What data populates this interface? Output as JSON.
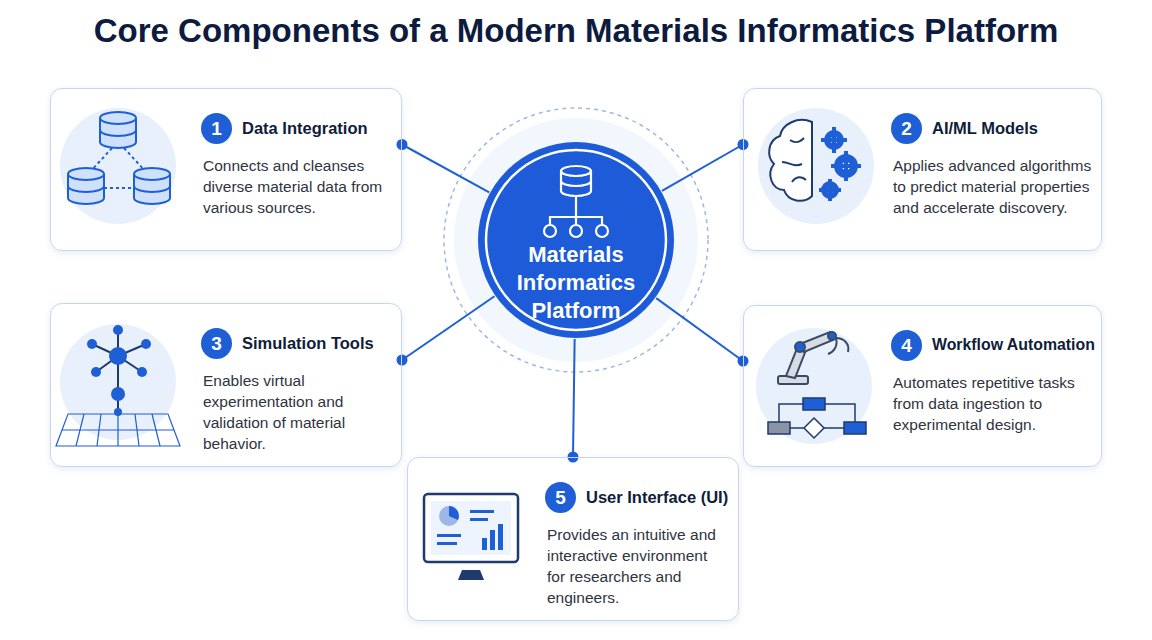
{
  "diagram": {
    "title": "Core Components of a Modern Materials Informatics Platform",
    "nodes": [
      {
        "text": [
          "1",
          "Data Integration",
          "Connects and cleanses diverse material data from various sources."
        ]
      },
      {
        "text": [
          "2",
          "AI/ML Models",
          "Applies advanced algorithms to predict material properties and accelerate discovery."
        ]
      },
      {
        "text": [
          "Materials Informatics Platform"
        ]
      },
      {
        "text": [
          "3",
          "Simulation Tools",
          "Enables virtual experimentation and validation of material behavior."
        ]
      },
      {
        "text": [
          "4",
          "Workflow Automation",
          "Automates repetitive tasks from data ingestion to experimental design."
        ]
      },
      {
        "text": [
          "5",
          "User Interface (UI)",
          "Provides an intuitive and interactive environment for researchers and engineers."
        ]
      }
    ],
    "edges": [
      {
        "from": 2,
        "to": 0,
        "arrow": "none"
      },
      {
        "from": 2,
        "to": 1,
        "arrow": "none"
      },
      {
        "from": 2,
        "to": 3,
        "arrow": "none"
      },
      {
        "from": 2,
        "to": 4,
        "arrow": "none"
      },
      {
        "from": 2,
        "to": 5,
        "arrow": "none"
      }
    ]
  }
}
